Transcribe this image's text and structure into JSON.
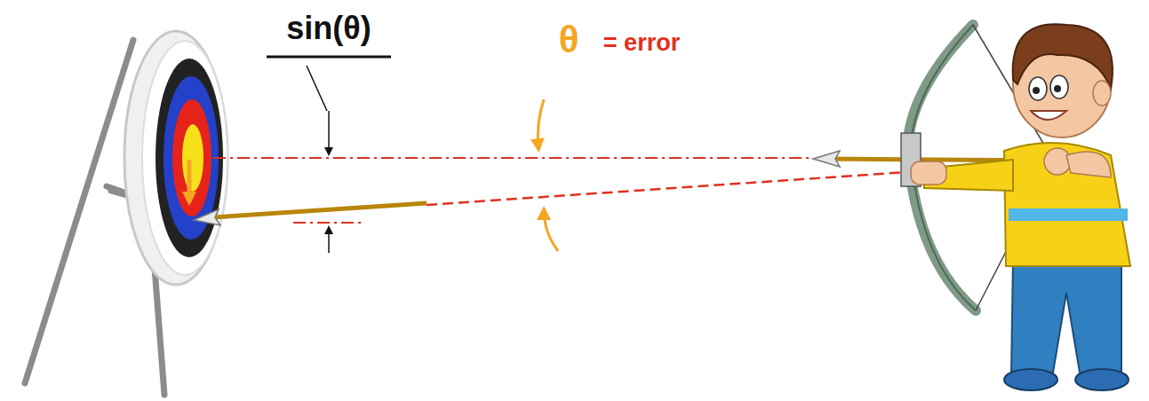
{
  "diagram": {
    "labels": [
      "sin(θ)",
      "θ",
      "= error"
    ]
  }
}
